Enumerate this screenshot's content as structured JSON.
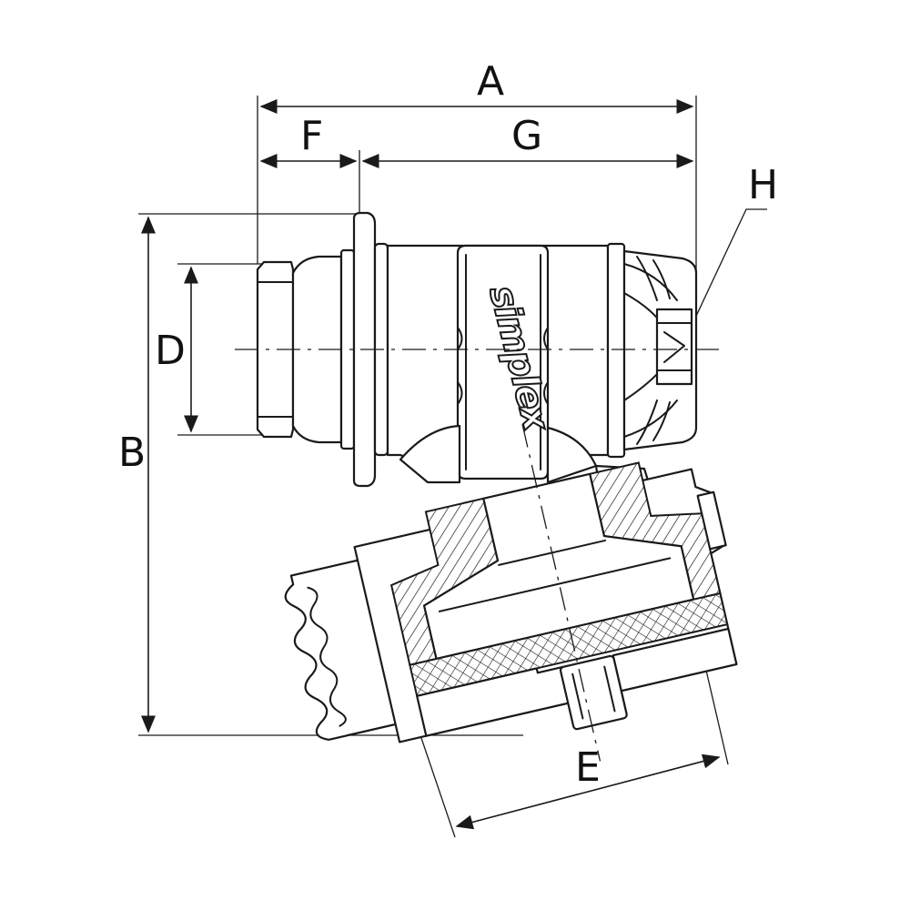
{
  "figure": {
    "brand": "simplex",
    "dimensions": {
      "a": "A",
      "b": "B",
      "d": "D",
      "e": "E",
      "f": "F",
      "g": "G",
      "h": "H"
    },
    "colors": {
      "line": "#1a1a1a",
      "background": "#ffffff"
    }
  }
}
